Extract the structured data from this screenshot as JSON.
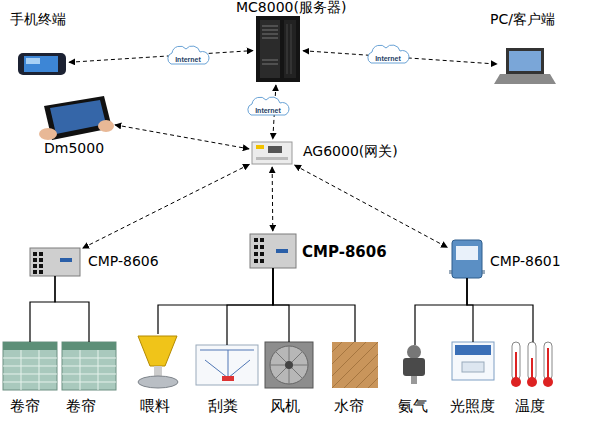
{
  "diagram": {
    "nodes": [
      {
        "text": [
          "手机终端"
        ]
      },
      {
        "text": [
          "MC8000(服务器)"
        ]
      },
      {
        "text": [
          "PC/客户端"
        ]
      },
      {
        "text": [
          "Dm5000"
        ]
      },
      {
        "text": [
          "AG6000(网关)"
        ]
      },
      {
        "text": [
          "CMP-8606"
        ]
      },
      {
        "text": [
          "CMP-8606"
        ]
      },
      {
        "text": [
          "CMP-8601"
        ]
      },
      {
        "text": [
          "卷帘"
        ]
      },
      {
        "text": [
          "卷帘"
        ]
      },
      {
        "text": [
          "喂料"
        ]
      },
      {
        "text": [
          "刮粪"
        ]
      },
      {
        "text": [
          "风机"
        ]
      },
      {
        "text": [
          "水帘"
        ]
      },
      {
        "text": [
          "氨气"
        ]
      },
      {
        "text": [
          "光照度"
        ]
      },
      {
        "text": [
          "温度"
        ]
      }
    ],
    "edges": [
      {
        "from": 0,
        "to": 1,
        "arrow": "both"
      },
      {
        "from": 1,
        "to": 2,
        "arrow": "both"
      },
      {
        "from": 1,
        "to": 4,
        "arrow": "both"
      },
      {
        "from": 3,
        "to": 4,
        "arrow": "both"
      },
      {
        "from": 4,
        "to": 5,
        "arrow": "both"
      },
      {
        "from": 4,
        "to": 6,
        "arrow": "both"
      },
      {
        "from": 4,
        "to": 7,
        "arrow": "both"
      },
      {
        "from": 5,
        "to": 8,
        "arrow": "none"
      },
      {
        "from": 5,
        "to": 9,
        "arrow": "none"
      },
      {
        "from": 6,
        "to": 10,
        "arrow": "none"
      },
      {
        "from": 6,
        "to": 11,
        "arrow": "none"
      },
      {
        "from": 6,
        "to": 12,
        "arrow": "none"
      },
      {
        "from": 6,
        "to": 13,
        "arrow": "none"
      },
      {
        "from": 7,
        "to": 14,
        "arrow": "none"
      },
      {
        "from": 7,
        "to": 15,
        "arrow": "none"
      },
      {
        "from": 7,
        "to": 16,
        "arrow": "none"
      }
    ],
    "labels": [
      "Internet",
      "Internet",
      "Internet"
    ]
  }
}
